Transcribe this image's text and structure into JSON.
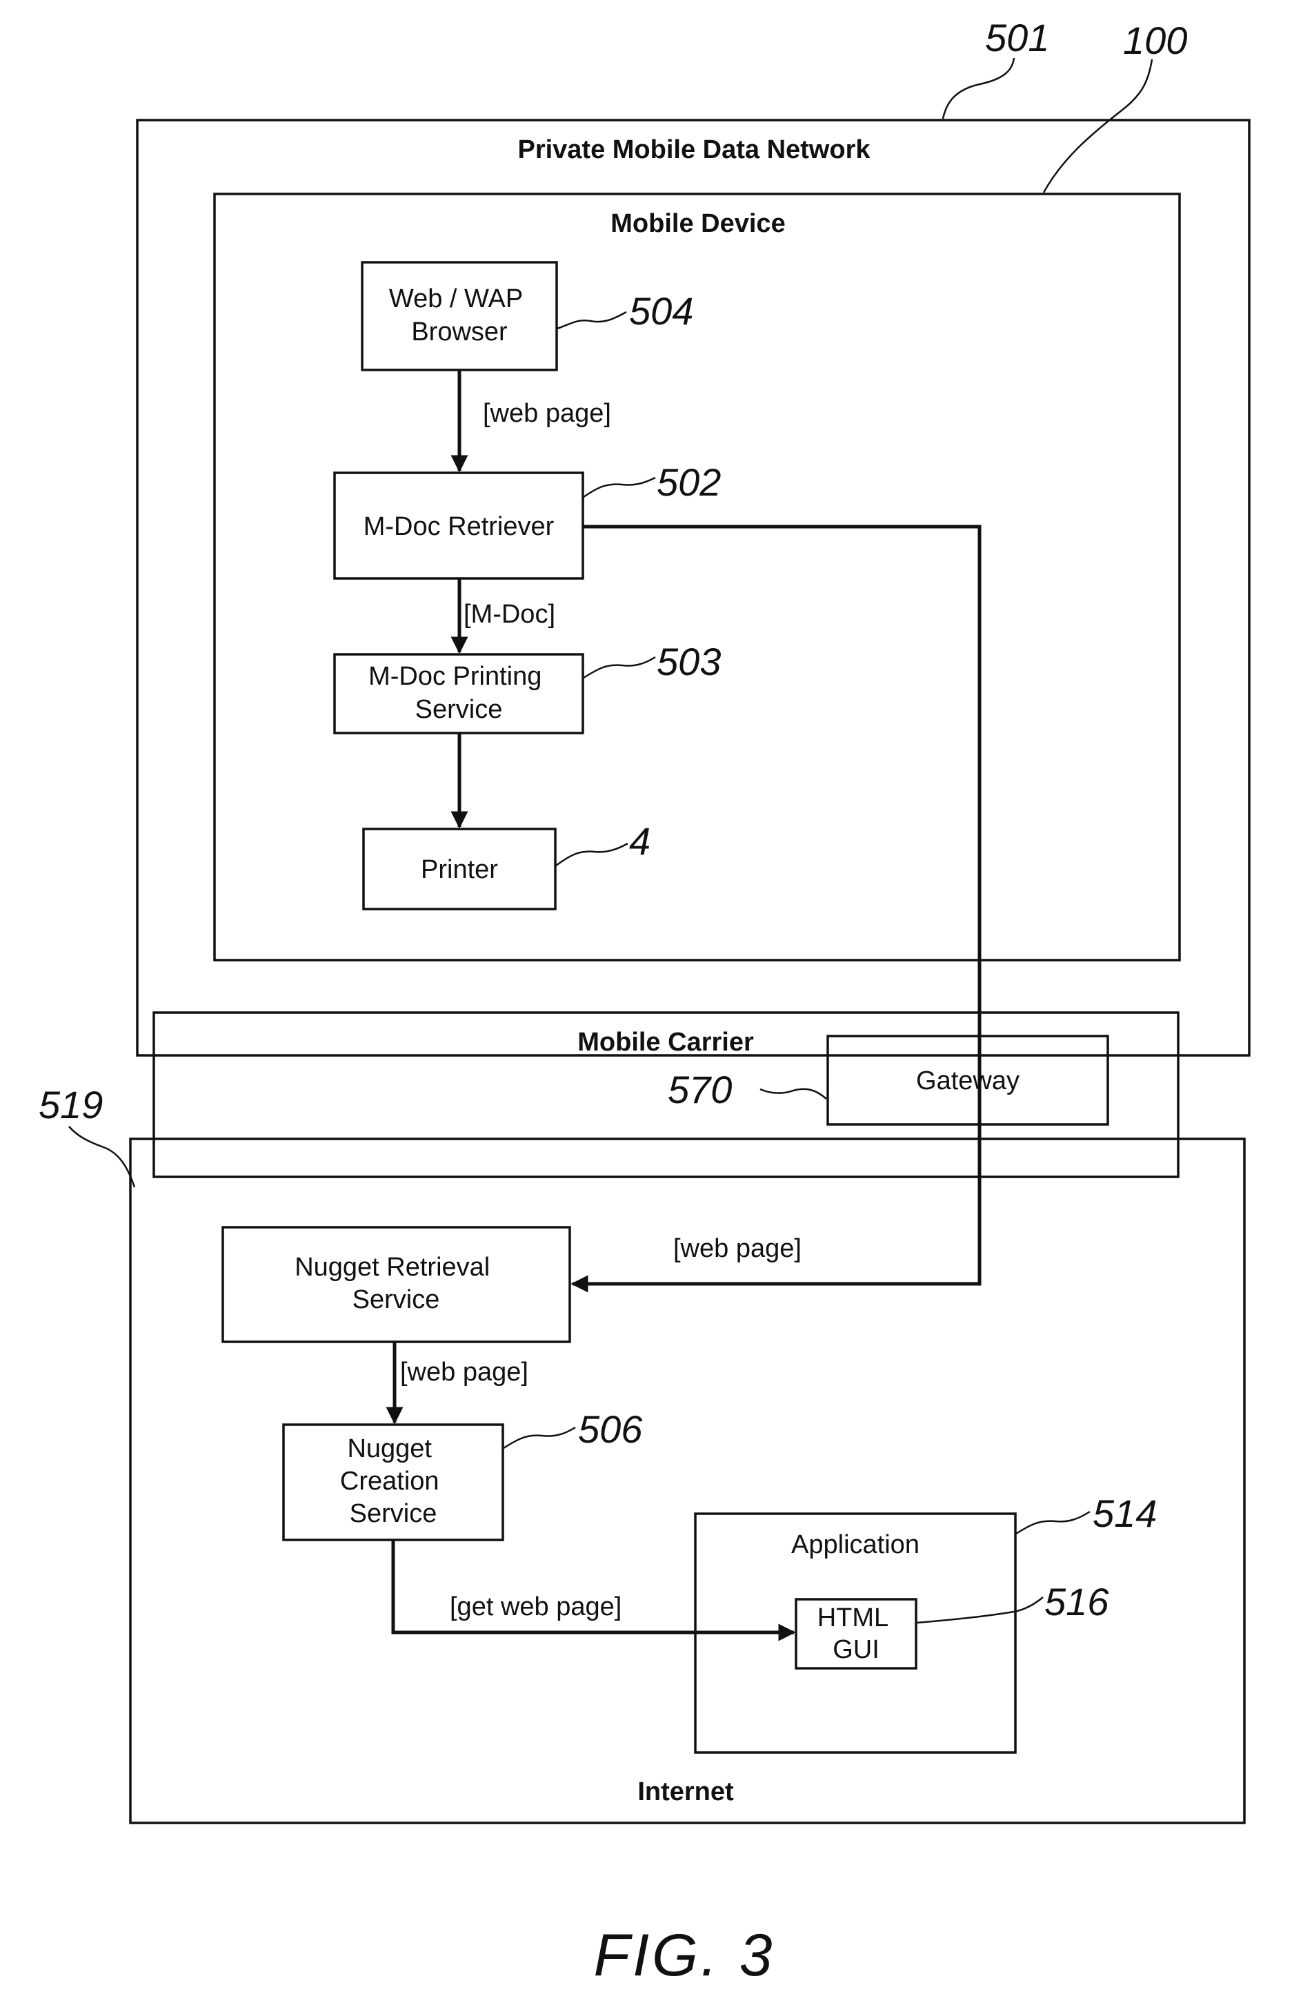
{
  "regions": {
    "private_network": "Private Mobile Data Network",
    "mobile_device": "Mobile Device",
    "mobile_carrier": "Mobile Carrier",
    "internet": "Internet"
  },
  "components": {
    "browser": [
      "Web / WAP",
      "Browser"
    ],
    "retriever": "M-Doc Retriever",
    "printing_service": [
      "M-Doc Printing",
      "Service"
    ],
    "printer": "Printer",
    "gateway": "Gateway",
    "nugget_retrieval": [
      "Nugget Retrieval",
      "Service"
    ],
    "nugget_creation": [
      "Nugget",
      "Creation",
      "Service"
    ],
    "application": "Application",
    "html_gui": [
      "HTML",
      "GUI"
    ]
  },
  "flow_labels": {
    "browser_to_retriever": "[web page]",
    "retriever_to_printing": "[M-Doc]",
    "to_nugget_retrieval": "[web page]",
    "retrieval_to_creation": "[web page]",
    "creation_to_gui": "[get web page]"
  },
  "reference_numerals": {
    "private_network": "501",
    "mobile_device": "100",
    "browser": "504",
    "retriever": "502",
    "printing_service": "503",
    "printer": "4",
    "gateway": "570",
    "internet": "519",
    "nugget_creation": "506",
    "application": "514",
    "html_gui": "516"
  },
  "figure_label": "FIG. 3"
}
